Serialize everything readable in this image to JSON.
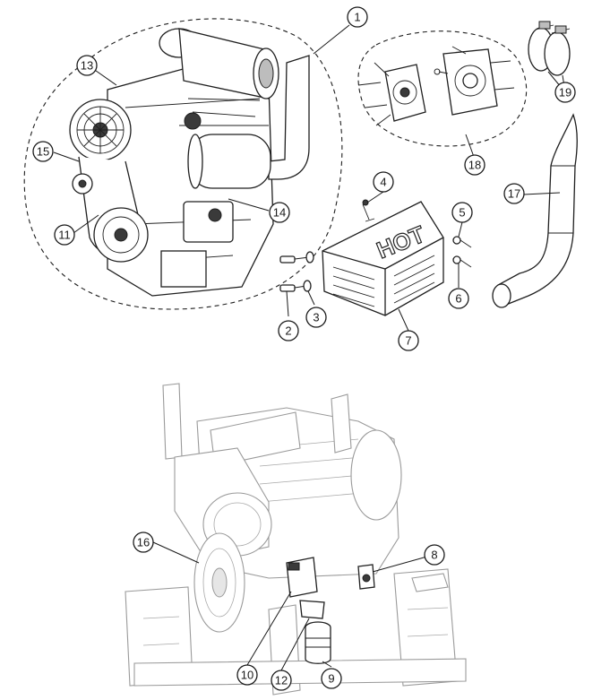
{
  "diagram": {
    "shield_label": "HOT",
    "callouts": [
      {
        "id": "c1",
        "label": "1"
      },
      {
        "id": "c2",
        "label": "2"
      },
      {
        "id": "c3",
        "label": "3"
      },
      {
        "id": "c4",
        "label": "4"
      },
      {
        "id": "c5",
        "label": "5"
      },
      {
        "id": "c6",
        "label": "6"
      },
      {
        "id": "c7",
        "label": "7"
      },
      {
        "id": "c8",
        "label": "8"
      },
      {
        "id": "c9",
        "label": "9"
      },
      {
        "id": "c10",
        "label": "10"
      },
      {
        "id": "c11",
        "label": "11"
      },
      {
        "id": "c12",
        "label": "12"
      },
      {
        "id": "c13",
        "label": "13"
      },
      {
        "id": "c14",
        "label": "14"
      },
      {
        "id": "c15",
        "label": "15"
      },
      {
        "id": "c16",
        "label": "16"
      },
      {
        "id": "c17",
        "label": "17"
      },
      {
        "id": "c18",
        "label": "18"
      },
      {
        "id": "c19",
        "label": "19"
      }
    ]
  }
}
